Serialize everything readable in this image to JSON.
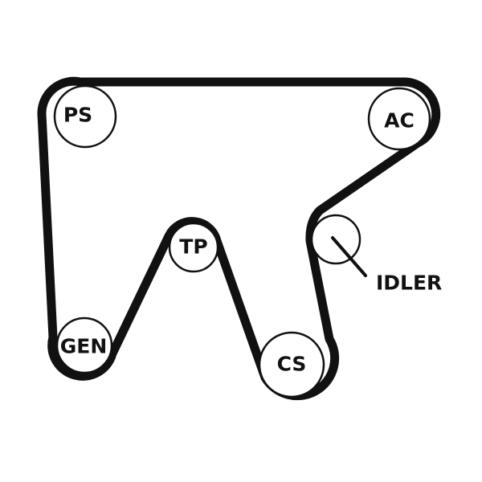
{
  "diagram": {
    "pulleys": [
      {
        "id": "ps",
        "label": "PS"
      },
      {
        "id": "ac",
        "label": "AC"
      },
      {
        "id": "tp",
        "label": "TP"
      },
      {
        "id": "idler",
        "label": ""
      },
      {
        "id": "gen",
        "label": "GEN"
      },
      {
        "id": "cs",
        "label": "CS"
      }
    ],
    "callout": {
      "label": "IDLER"
    },
    "colors": {
      "ink": "#111111",
      "paper": "#ffffff"
    }
  }
}
